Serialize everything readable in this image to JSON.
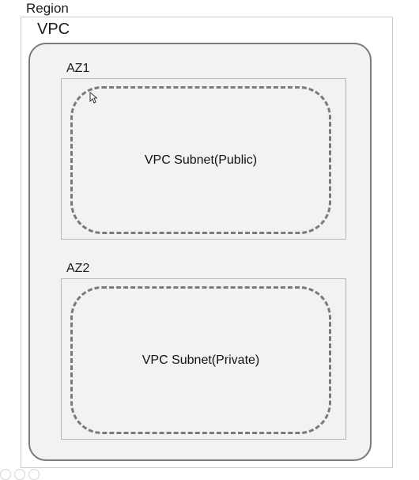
{
  "region": {
    "label": "Region"
  },
  "vpc": {
    "label": "VPC"
  },
  "zones": [
    {
      "label": "AZ1",
      "subnet": {
        "label": "VPC Subnet(Public)"
      }
    },
    {
      "label": "AZ2",
      "subnet": {
        "label": "VPC Subnet(Private)"
      }
    }
  ],
  "colors": {
    "vpc_fill": "#f2f2f2",
    "vpc_border": "#7a7a7a",
    "az_border": "#b8b8b8",
    "region_border": "#c9c9c9",
    "subnet_dash": "#7a7a7a"
  },
  "icons": [
    "mouse-pointer-icon"
  ]
}
